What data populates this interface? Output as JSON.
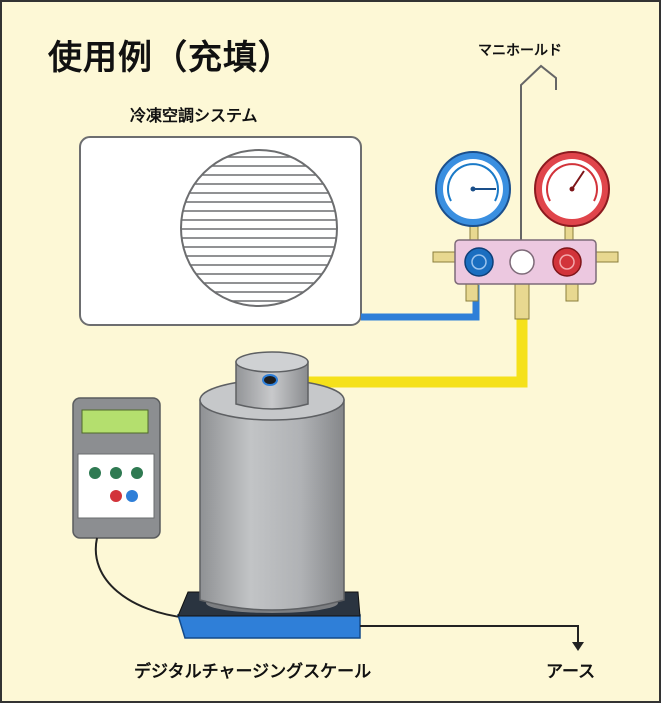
{
  "title": "使用例（充填）",
  "labels": {
    "air_conditioning_system": "冷凍空調システム",
    "manifold": "マニホールド",
    "digital_charging_scale": "デジタルチャージングスケール",
    "earth": "アース"
  },
  "colors": {
    "background": "#fdf8d6",
    "low_side_gauge": "#1a7ac8",
    "high_side_gauge": "#d2333a",
    "manifold_body": "#ecc8e0",
    "charge_hose": "#f5e11a",
    "suction_hose": "#2f7fd8",
    "scale_platform": "#2f7fd8",
    "cylinder": "#b0b2b5"
  },
  "icons": [
    "fan-grille-icon",
    "pressure-gauge-icon",
    "valve-knob-icon",
    "ground-symbol-icon"
  ]
}
